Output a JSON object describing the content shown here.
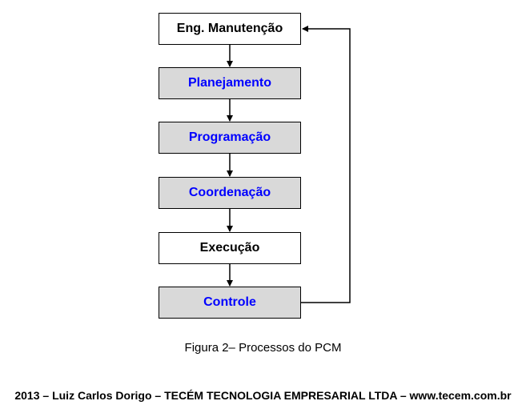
{
  "diagram": {
    "nodes": [
      {
        "label": "Eng. Manutenção",
        "fill": "#ffffff",
        "text_color": "#000000"
      },
      {
        "label": "Planejamento",
        "fill": "#d9d9d9",
        "text_color": "#0000ff"
      },
      {
        "label": "Programação",
        "fill": "#d9d9d9",
        "text_color": "#0000ff"
      },
      {
        "label": "Coordenação",
        "fill": "#d9d9d9",
        "text_color": "#0000ff"
      },
      {
        "label": "Execução",
        "fill": "#ffffff",
        "text_color": "#000000"
      },
      {
        "label": "Controle",
        "fill": "#d9d9d9",
        "text_color": "#0000ff"
      }
    ],
    "edges": [
      {
        "from": "Eng. Manutenção",
        "to": "Planejamento"
      },
      {
        "from": "Planejamento",
        "to": "Programação"
      },
      {
        "from": "Programação",
        "to": "Coordenação"
      },
      {
        "from": "Coordenação",
        "to": "Execução"
      },
      {
        "from": "Execução",
        "to": "Controle"
      },
      {
        "from": "Controle",
        "to": "Eng. Manutenção"
      }
    ]
  },
  "caption": "Figura 2– Processos do PCM",
  "footer": "2013 – Luiz Carlos Dorigo – TECÉM TECNOLOGIA EMPRESARIAL LTDA – www.tecem.com.br"
}
